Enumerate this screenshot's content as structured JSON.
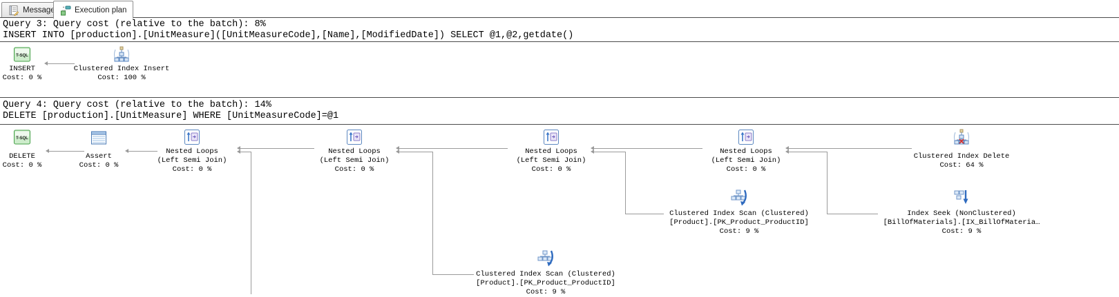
{
  "colors": {
    "connector": "#9a9a9a",
    "separator": "#4a4a4a",
    "icon_blue": "#2f6bbf",
    "icon_green": "#44a047",
    "active_tab_bg": "#ffffff",
    "inactive_tab_bg": "#e9e9e9"
  },
  "tabs": [
    {
      "label": "Messages",
      "icon": "messages-icon",
      "active": false
    },
    {
      "label": "Execution plan",
      "icon": "execution-plan-icon",
      "active": true
    }
  ],
  "icons": {
    "tsql_label": "T-SQL"
  },
  "queries": [
    {
      "header": "Query 3: Query cost (relative to the batch): 8%",
      "statement": "INSERT INTO [production].[UnitMeasure]([UnitMeasureCode],[Name],[ModifiedDate]) SELECT @1,@2,getdate()",
      "nodes": [
        {
          "operator": "INSERT",
          "icon": "tsql-icon",
          "lines": [
            "INSERT",
            "Cost: 0 %"
          ]
        },
        {
          "operator": "Clustered Index Insert",
          "icon": "clustered-index-insert-icon",
          "lines": [
            "Clustered Index Insert",
            "Cost: 100 %"
          ]
        }
      ]
    },
    {
      "header": "Query 4: Query cost (relative to the batch): 14%",
      "statement": "DELETE [production].[UnitMeasure] WHERE [UnitMeasureCode]=@1",
      "nodes": [
        {
          "operator": "DELETE",
          "icon": "tsql-icon",
          "lines": [
            "DELETE",
            "Cost: 0 %"
          ]
        },
        {
          "operator": "Assert",
          "icon": "assert-icon",
          "lines": [
            "Assert",
            "Cost: 0 %"
          ]
        },
        {
          "operator": "Nested Loops",
          "icon": "nested-loops-icon",
          "lines": [
            "Nested Loops",
            "(Left Semi Join)",
            "Cost: 0 %"
          ]
        },
        {
          "operator": "Nested Loops",
          "icon": "nested-loops-icon",
          "lines": [
            "Nested Loops",
            "(Left Semi Join)",
            "Cost: 0 %"
          ]
        },
        {
          "operator": "Nested Loops",
          "icon": "nested-loops-icon",
          "lines": [
            "Nested Loops",
            "(Left Semi Join)",
            "Cost: 0 %"
          ]
        },
        {
          "operator": "Nested Loops",
          "icon": "nested-loops-icon",
          "lines": [
            "Nested Loops",
            "(Left Semi Join)",
            "Cost: 0 %"
          ]
        },
        {
          "operator": "Clustered Index Delete",
          "icon": "clustered-index-delete-icon",
          "lines": [
            "Clustered Index Delete",
            "Cost: 64 %"
          ]
        },
        {
          "operator": "Clustered Index Scan",
          "icon": "clustered-index-scan-icon",
          "lines": [
            "Clustered Index Scan (Clustered)",
            "[Product].[PK_Product_ProductID]",
            "Cost: 9 %"
          ]
        },
        {
          "operator": "Index Seek",
          "icon": "index-seek-icon",
          "lines": [
            "Index Seek (NonClustered)",
            "[BillOfMaterials].[IX_BillOfMateria…",
            "Cost: 9 %"
          ]
        },
        {
          "operator": "Clustered Index Scan",
          "icon": "clustered-index-scan-icon",
          "lines": [
            "Clustered Index Scan (Clustered)",
            "[Product].[PK_Product_ProductID]",
            "Cost: 9 %"
          ]
        }
      ]
    }
  ]
}
